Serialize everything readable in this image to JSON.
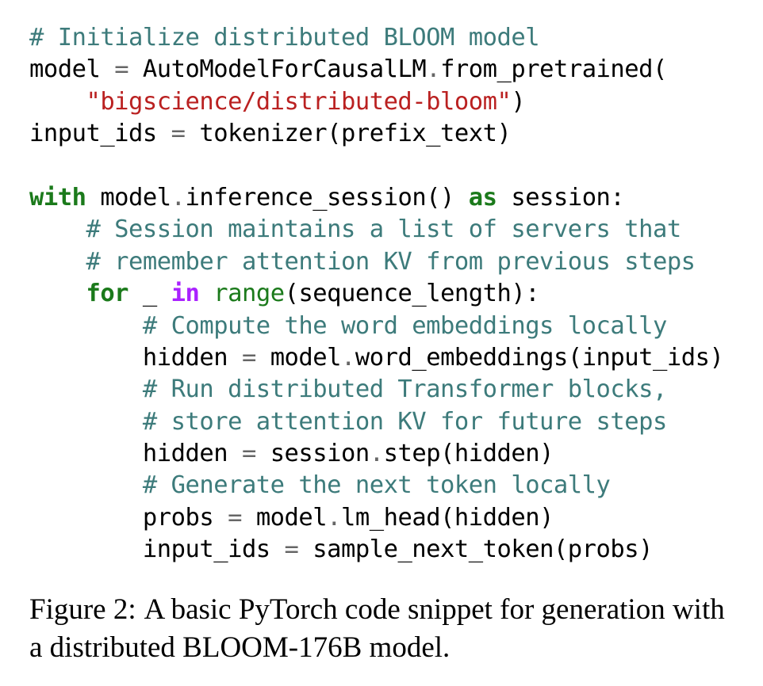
{
  "code": {
    "lines": [
      [
        {
          "t": "comment",
          "v": "# Initialize distributed BLOOM model"
        }
      ],
      [
        {
          "t": "text",
          "v": "model "
        },
        {
          "t": "op",
          "v": "="
        },
        {
          "t": "text",
          "v": " AutoModelForCausalLM"
        },
        {
          "t": "op",
          "v": "."
        },
        {
          "t": "text",
          "v": "from_pretrained("
        }
      ],
      [
        {
          "t": "text",
          "v": "    "
        },
        {
          "t": "string",
          "v": "\"bigscience/distributed-bloom\""
        },
        {
          "t": "text",
          "v": ")"
        }
      ],
      [
        {
          "t": "text",
          "v": "input_ids "
        },
        {
          "t": "op",
          "v": "="
        },
        {
          "t": "text",
          "v": " tokenizer(prefix_text)"
        }
      ],
      [],
      [
        {
          "t": "keyword",
          "v": "with"
        },
        {
          "t": "text",
          "v": " model"
        },
        {
          "t": "op",
          "v": "."
        },
        {
          "t": "text",
          "v": "inference_session() "
        },
        {
          "t": "keyword",
          "v": "as"
        },
        {
          "t": "text",
          "v": " session:"
        }
      ],
      [
        {
          "t": "text",
          "v": "    "
        },
        {
          "t": "comment",
          "v": "# Session maintains a list of servers that"
        }
      ],
      [
        {
          "t": "text",
          "v": "    "
        },
        {
          "t": "comment",
          "v": "# remember attention KV from previous steps"
        }
      ],
      [
        {
          "t": "text",
          "v": "    "
        },
        {
          "t": "keyword",
          "v": "for"
        },
        {
          "t": "text",
          "v": " _ "
        },
        {
          "t": "inkw",
          "v": "in"
        },
        {
          "t": "text",
          "v": " "
        },
        {
          "t": "builtin",
          "v": "range"
        },
        {
          "t": "text",
          "v": "(sequence_length):"
        }
      ],
      [
        {
          "t": "text",
          "v": "        "
        },
        {
          "t": "comment",
          "v": "# Compute the word embeddings locally"
        }
      ],
      [
        {
          "t": "text",
          "v": "        hidden "
        },
        {
          "t": "op",
          "v": "="
        },
        {
          "t": "text",
          "v": " model"
        },
        {
          "t": "op",
          "v": "."
        },
        {
          "t": "text",
          "v": "word_embeddings(input_ids)"
        }
      ],
      [
        {
          "t": "text",
          "v": "        "
        },
        {
          "t": "comment",
          "v": "# Run distributed Transformer blocks,"
        }
      ],
      [
        {
          "t": "text",
          "v": "        "
        },
        {
          "t": "comment",
          "v": "# store attention KV for future steps"
        }
      ],
      [
        {
          "t": "text",
          "v": "        hidden "
        },
        {
          "t": "op",
          "v": "="
        },
        {
          "t": "text",
          "v": " session"
        },
        {
          "t": "op",
          "v": "."
        },
        {
          "t": "text",
          "v": "step(hidden)"
        }
      ],
      [
        {
          "t": "text",
          "v": "        "
        },
        {
          "t": "comment",
          "v": "# Generate the next token locally"
        }
      ],
      [
        {
          "t": "text",
          "v": "        probs "
        },
        {
          "t": "op",
          "v": "="
        },
        {
          "t": "text",
          "v": " model"
        },
        {
          "t": "op",
          "v": "."
        },
        {
          "t": "text",
          "v": "lm_head(hidden)"
        }
      ],
      [
        {
          "t": "text",
          "v": "        input_ids "
        },
        {
          "t": "op",
          "v": "="
        },
        {
          "t": "text",
          "v": " sample_next_token(probs)"
        }
      ]
    ]
  },
  "caption": {
    "label": "Figure 2:",
    "text": "A basic PyTorch code snippet for generation with a distributed BLOOM-176B model."
  }
}
